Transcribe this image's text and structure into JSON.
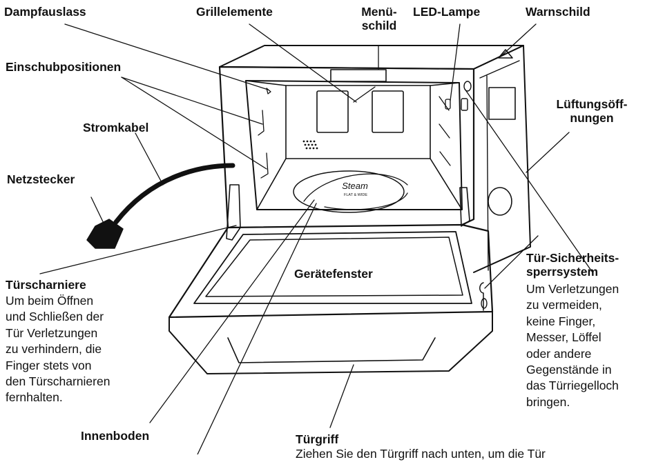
{
  "labels": {
    "dampfauslass": "Dampfauslass",
    "grillelemente": "Grillelemente",
    "menueschild": [
      "Menü-",
      "schild"
    ],
    "led_lampe": "LED-Lampe",
    "warnschild": "Warnschild",
    "einschubpositionen": "Einschubpositionen",
    "stromkabel": "Stromkabel",
    "lueftungsoeffnungen": [
      "Lüftungsöff-",
      "nungen"
    ],
    "netzstecker": "Netzstecker",
    "tuerscharniere": "Türscharniere",
    "geraetefenster": "Gerätefenster",
    "sperrsystem": [
      "Tür-Sicherheits-",
      "sperrsystem"
    ],
    "innenboden": "Innenboden",
    "tuergriff": "Türgriff"
  },
  "descriptions": {
    "tuerscharniere": [
      "Um beim Öffnen",
      "und Schließen der",
      "Tür Verletzungen",
      "zu verhindern, die",
      "Finger stets von",
      "den Türscharnieren",
      "fernhalten."
    ],
    "sperrsystem": [
      "Um Verletzungen",
      "zu vermeiden,",
      "keine Finger,",
      "Messer, Löffel",
      "oder andere",
      "Gegenstände in",
      "das Türriegelloch",
      "bringen."
    ],
    "tuergriff": "Ziehen Sie den Türgriff nach unten, um die Tür"
  },
  "logo": {
    "main": "Steam",
    "sub": "FLAT & WIDE"
  }
}
